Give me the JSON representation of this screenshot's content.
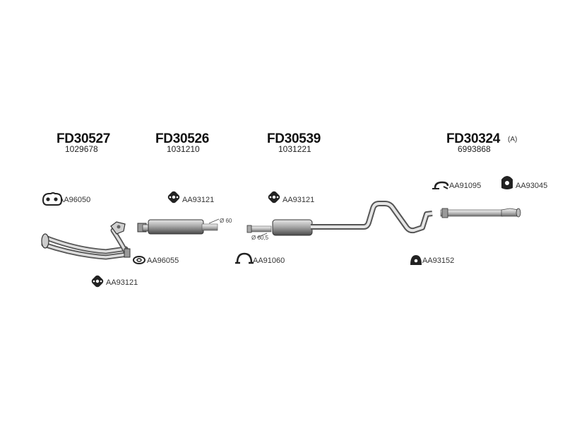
{
  "assemblies": [
    {
      "code": "FD30527",
      "number": "1029678"
    },
    {
      "code": "FD30526",
      "number": "1031210"
    },
    {
      "code": "FD30539",
      "number": "1031221"
    },
    {
      "code": "FD30324",
      "number": "6993868",
      "suffix": "(A)"
    }
  ],
  "parts": {
    "p1": "AA96050",
    "p2": "AA93121",
    "p3": "AA93121",
    "p4": "AA91095",
    "p5": "AA93045",
    "p6": "AA96055",
    "p7": "AA91060",
    "p8": "AA93152",
    "p9": "AA93121"
  },
  "dimensions": {
    "d1": "Ø 60",
    "d2": "Ø 60,5"
  }
}
